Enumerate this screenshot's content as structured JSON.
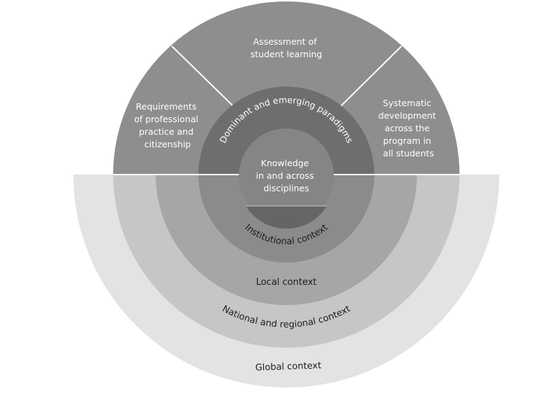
{
  "diagram": {
    "upper_segments": {
      "left": [
        "Requirements",
        "of professional",
        "practice and",
        "citizenship"
      ],
      "top": [
        "Assessment of",
        "student learning"
      ],
      "right": [
        "Systematic",
        "development",
        "across the",
        "program in",
        "all students"
      ]
    },
    "inner_ring": "Dominant and emerging paradigms",
    "core": [
      "Knowledge",
      "in and across",
      "disciplines"
    ],
    "context_rings": {
      "institutional": "Institutional context",
      "local": "Local context",
      "national": "National and regional context",
      "global": "Global context"
    },
    "colors": {
      "upper": "#8e8e8e",
      "inner_ring": "#6e6e6e",
      "core": "#858585",
      "core_bottom": "#656565",
      "institutional": "#8b8b8b",
      "local": "#a6a6a6",
      "national": "#c6c6c6",
      "global": "#e3e3e3"
    }
  }
}
